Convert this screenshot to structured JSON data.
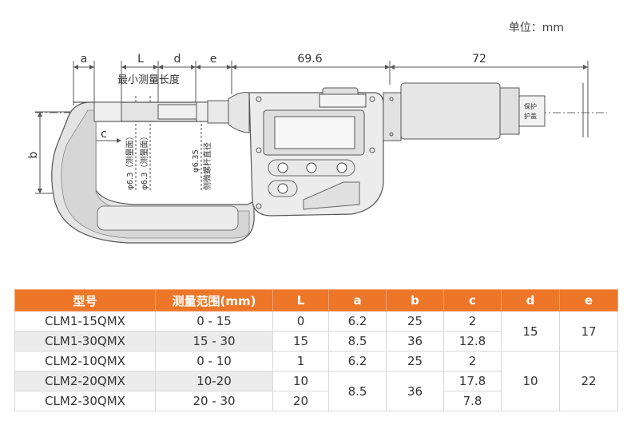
{
  "unit_label": "单位：mm",
  "drawing": {
    "dim_a": "a",
    "dim_L": "L",
    "dim_d": "d",
    "dim_e": "e",
    "dim_69_6": "69.6",
    "dim_72": "72",
    "dim_b": "b",
    "dim_c": "c",
    "min_length": "最小测量长度",
    "phi_anvil": "φ6.3（测量面）",
    "phi_spindle": "φ6.3（测量面）",
    "phi_spindle_dia": "φ6.35",
    "spindle_dia_label": "侧微螺杆直径",
    "thimble_text_1": "保护",
    "thimble_text_2": "护盖"
  },
  "table": {
    "headers": [
      "型号",
      "测量范围(mm)",
      "L",
      "a",
      "b",
      "c",
      "d",
      "e"
    ],
    "rows": [
      {
        "model": "CLM1-15QMX",
        "range": "0 - 15",
        "L": "0",
        "a": "6.2",
        "b": "25",
        "c": "2"
      },
      {
        "model": "CLM1-30QMX",
        "range": "15 - 30",
        "L": "15",
        "a": "8.5",
        "b": "36",
        "c": "12.8"
      },
      {
        "model": "CLM2-10QMX",
        "range": "0 - 10",
        "L": "1",
        "a": "6.2",
        "b": "25",
        "c": "2"
      },
      {
        "model": "CLM2-20QMX",
        "range": "10-20",
        "L": "10",
        "a": "8.5",
        "b": "36",
        "c": "17.8"
      },
      {
        "model": "CLM2-30QMX",
        "range": "20 - 30",
        "L": "20",
        "c": "7.8"
      }
    ],
    "d_group1": "15",
    "e_group1": "17",
    "d_group2": "10",
    "e_group2": "22"
  }
}
